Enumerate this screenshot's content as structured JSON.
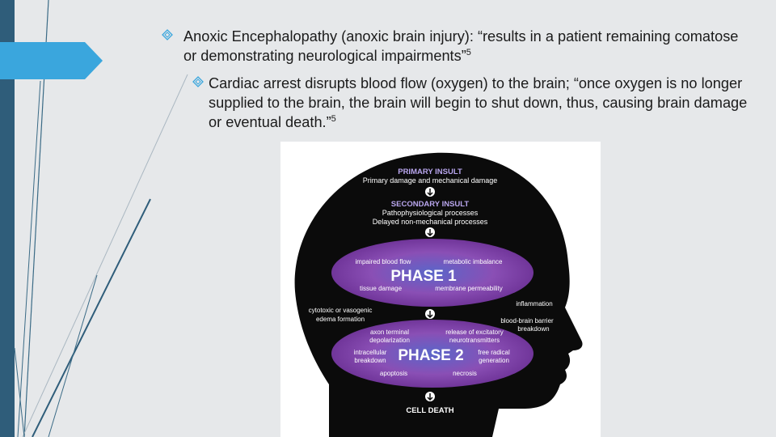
{
  "bullets": [
    {
      "text": "Anoxic Encephalopathy (anoxic brain injury): “results in a patient remaining comatose or demonstrating neurological impairments”",
      "sup": "5"
    },
    {
      "text": "Cardiac arrest disrupts blood flow (oxygen) to the brain; “once oxygen is no longer supplied to the brain, the brain will begin to shut down, thus, causing brain damage or eventual death.”",
      "sup": "5"
    }
  ],
  "figure": {
    "primary_insult": "PRIMARY INSULT",
    "primary_desc": "Primary damage and mechanical damage",
    "secondary_insult": "SECONDARY INSULT",
    "secondary_desc_1": "Pathophysiological processes",
    "secondary_desc_2": "Delayed non-mechanical processes",
    "phase1": {
      "title": "PHASE 1",
      "tl": "impaired blood flow",
      "tr": "metabolic imbalance",
      "bl": "tissue damage",
      "br": "membrane permeability"
    },
    "mid": {
      "left_1": "cytotoxic or vasogenic",
      "left_2": "edema formation",
      "right_top": "inflammation",
      "right_1": "blood-brain barrier",
      "right_2": "breakdown"
    },
    "phase2": {
      "title": "PHASE 2",
      "tl_1": "axon terminal",
      "tl_2": "depolarization",
      "tr_1": "release of excitatory",
      "tr_2": "neurotransmitters",
      "ml_1": "intracellular",
      "ml_2": "breakdown",
      "mr_1": "free radical",
      "mr_2": "generation",
      "bl": "apoptosis",
      "br": "necrosis"
    },
    "cell_death": "CELL DEATH"
  },
  "colors": {
    "accent_bar": "#2f5d7a",
    "accent_tab": "#3aa6dd",
    "background": "#e6e8ea",
    "head": "#0b0b0b",
    "phase_purple": "#8a4fb5"
  },
  "icons": {
    "bullet": "diamond-outline-icon",
    "arrow": "down-arrow-icon"
  }
}
